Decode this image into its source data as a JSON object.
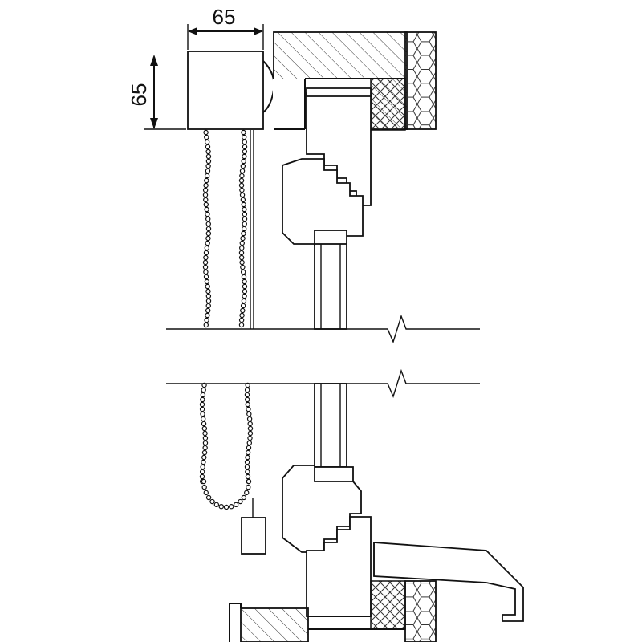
{
  "dimensions": {
    "width_label": "65",
    "height_label": "65"
  },
  "colors": {
    "line": "#111111",
    "background": "#ffffff",
    "hatch": "#333333"
  },
  "icons": {
    "chain": "bead-chain",
    "weight": "chain-weight",
    "break": "break-mark"
  }
}
